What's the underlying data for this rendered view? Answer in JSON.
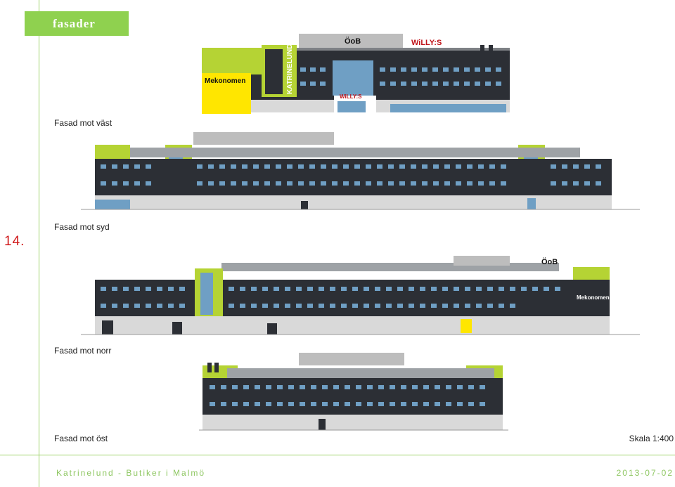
{
  "header": {
    "title": "fasader"
  },
  "page_number": "14.",
  "elevations": {
    "west": {
      "caption": "Fasad mot väst"
    },
    "south": {
      "caption": "Fasad mot syd"
    },
    "north": {
      "caption": "Fasad mot norr"
    },
    "east": {
      "caption": "Fasad mot öst"
    }
  },
  "signs": {
    "mekonomen": "Mekonomen",
    "katrinelund": "KATRINELUND",
    "ob": "ÖoB",
    "willys": "WiLLY:S"
  },
  "scale": "Skala 1:400",
  "footer": {
    "project": "Katrinelund - Butiker i Malmö",
    "date": "2013-07-02"
  },
  "colors": {
    "accent_green": "#8fd14f",
    "lime": "#b5d334",
    "facade_dark": "#2c2f35",
    "window_blue": "#6f9fc4",
    "sign_yellow": "#ffe600",
    "page_number_red": "#d0191b"
  }
}
